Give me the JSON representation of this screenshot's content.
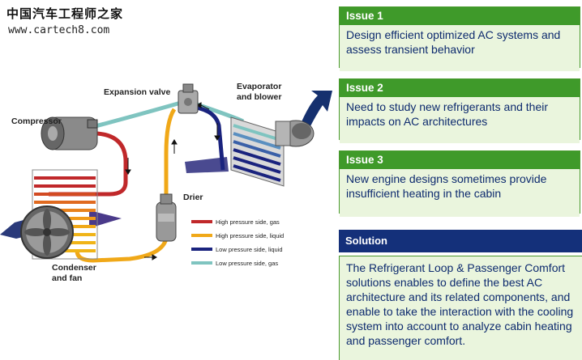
{
  "watermark": {
    "cn": "中国汽车工程师之家",
    "url": "www.cartech8.com"
  },
  "diagram": {
    "labels": {
      "expansion_valve": "Expansion valve",
      "evaporator_line1": "Evaporator",
      "evaporator_line2": "and blower",
      "compressor": "Compressor",
      "drier": "Drier",
      "condenser_line1": "Condenser",
      "condenser_line2": "and fan"
    },
    "legend": [
      {
        "label": "High pressure side, gas",
        "color": "#c0282a"
      },
      {
        "label": "High pressure side, liquid",
        "color": "#f0a818"
      },
      {
        "label": "Low pressure side, liquid",
        "color": "#1a237e"
      },
      {
        "label": "Low pressure side, gas",
        "color": "#7fc4c0"
      }
    ]
  },
  "issues": [
    {
      "title": "Issue 1",
      "text": "Design efficient optimized AC systems and assess transient behavior"
    },
    {
      "title": "Issue 2",
      "text": "Need to study new refrigerants and their impacts on AC architectures"
    },
    {
      "title": "Issue 3",
      "text": "New engine designs sometimes provide insufficient heating in the cabin"
    }
  ],
  "solution": {
    "title": "Solution",
    "text": "The Refrigerant Loop & Passenger Comfort solutions enables to define the best AC architecture and its related components, and enable to take the interaction with the cooling system into account to analyze cabin heating and passenger comfort."
  },
  "colors": {
    "issue_header": "#3f9a2a",
    "issue_body": "#eaf5dd",
    "solution_header": "#14307a",
    "body_text": "#0d2a6e"
  }
}
